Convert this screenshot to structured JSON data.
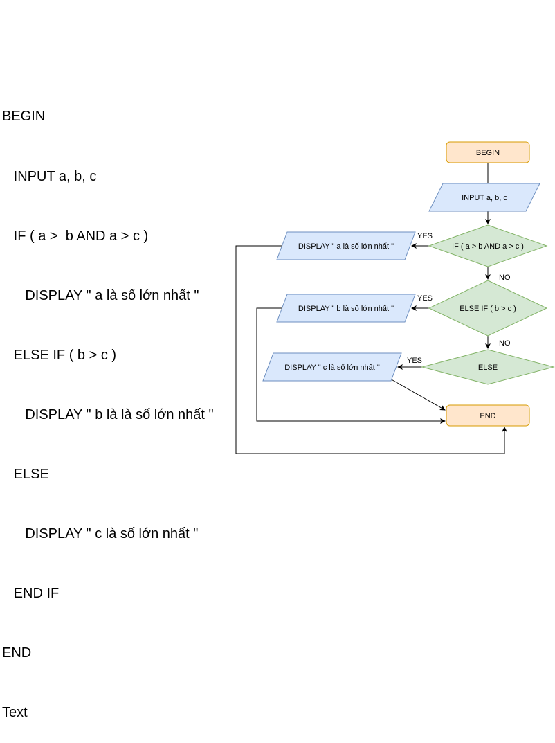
{
  "pseudocode": [
    "BEGIN",
    "   INPUT a, b, c",
    "   IF ( a >  b AND a > c )",
    "      DISPLAY \" a là số lớn nhất \"",
    "   ELSE IF ( b > c )",
    "      DISPLAY \" b là là số lớn nhất \"",
    "   ELSE",
    "      DISPLAY \" c là số lớn nhất \"",
    "   END IF",
    "END",
    "Text"
  ],
  "flowchart": {
    "begin": "BEGIN",
    "input": "INPUT a, b, c",
    "cond1": "IF ( a >  b AND a > c )",
    "cond2": "ELSE IF ( b > c )",
    "cond3": "ELSE",
    "out1": "DISPLAY \" a là số lớn nhất \"",
    "out2": "DISPLAY \" b là số lớn nhất \"",
    "out3": "DISPLAY \" c là số lớn nhất \"",
    "end": "END",
    "yes1": "YES",
    "yes2": "YES",
    "yes3": "YES",
    "no1": "NO",
    "no2": "NO"
  },
  "colors": {
    "terminal_fill": "#ffe6cc",
    "terminal_stroke": "#d79b00",
    "io_fill": "#dae8fc",
    "io_stroke": "#6c8ebf",
    "decision_fill": "#d5e8d4",
    "decision_stroke": "#82b366"
  }
}
